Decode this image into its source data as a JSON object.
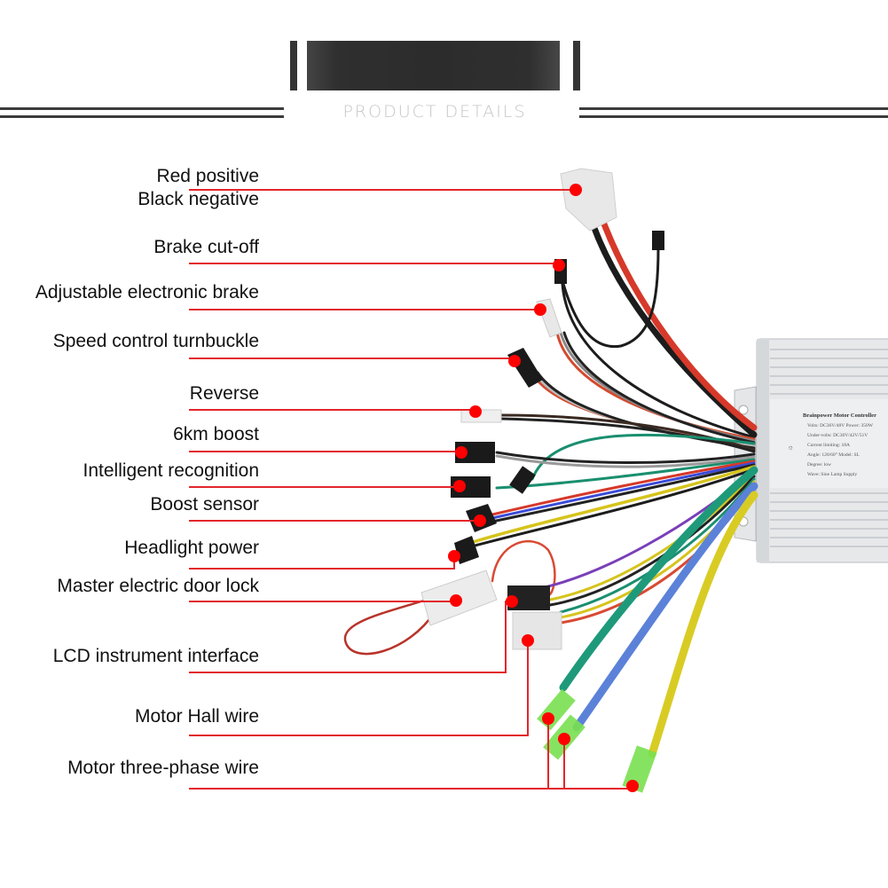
{
  "header": {
    "title": "PRODUCT DETAILS"
  },
  "colors": {
    "leader_red": "#e3262b",
    "dot_red": "#ff0000",
    "header_dark": "#333333",
    "title_gray": "#c6c6c6"
  },
  "controller": {
    "label_lines": [
      "Brainpower Motor Controller",
      "Volts: DC36V/48V   Power: 350W",
      "Under-volts: DC30V/42V/51V",
      "Current limiting: 18A",
      "Angle: 120/60°   Model: SL",
      "Degree: low",
      "Wave: Sine   Lamp Supply"
    ]
  },
  "callouts": [
    {
      "id": "power",
      "lines": [
        "Red positive",
        "Black negative"
      ]
    },
    {
      "id": "brake-cutoff",
      "lines": [
        "Brake cut-off"
      ]
    },
    {
      "id": "e-brake",
      "lines": [
        "Adjustable electronic brake"
      ]
    },
    {
      "id": "speed-control",
      "lines": [
        "Speed control turnbuckle"
      ]
    },
    {
      "id": "reverse",
      "lines": [
        "Reverse"
      ]
    },
    {
      "id": "boost-6km",
      "lines": [
        "6km boost"
      ]
    },
    {
      "id": "intelligent-recognition",
      "lines": [
        "Intelligent recognition"
      ]
    },
    {
      "id": "boost-sensor",
      "lines": [
        "Boost sensor"
      ]
    },
    {
      "id": "headlight",
      "lines": [
        "Headlight power"
      ]
    },
    {
      "id": "door-lock",
      "lines": [
        "Master electric door lock"
      ]
    },
    {
      "id": "lcd",
      "lines": [
        "LCD instrument interface"
      ]
    },
    {
      "id": "hall",
      "lines": [
        "Motor Hall wire"
      ]
    },
    {
      "id": "three-phase",
      "lines": [
        "Motor three-phase wire"
      ]
    }
  ]
}
